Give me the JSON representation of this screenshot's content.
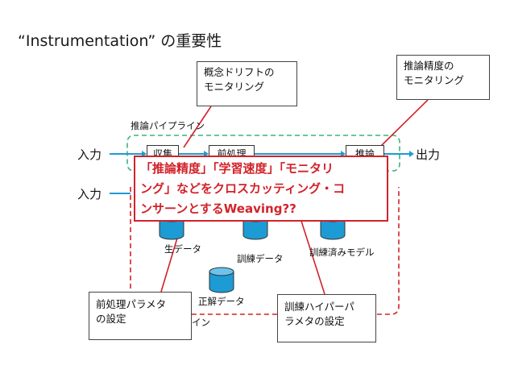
{
  "title": "“Instrumentation” の重要性",
  "boxes": {
    "concept_drift": [
      "概念ドリフトの",
      "モニタリング"
    ],
    "accuracy_monitor": [
      "推論精度の",
      "モニタリング"
    ],
    "preprocess_params": [
      "前処理パラメタ",
      "の設定"
    ],
    "hyperparams": [
      "訓練ハイパーパ",
      "ラメタの設定"
    ]
  },
  "pipeline_labels": {
    "inference_pipeline": "推論パイプライン",
    "training_pipeline_tail": "イン"
  },
  "nodes": {
    "collect": "収集",
    "preprocess": "前処理",
    "inference": "推論"
  },
  "io": {
    "input1": "入力",
    "input2": "入力",
    "output": "出力"
  },
  "data_stores": {
    "raw": "生データ",
    "training": "訓練データ",
    "trained_model": "訓練済みモデル",
    "labels": "正解データ"
  },
  "callout": [
    "「推論精度」「学習速度」「モニタリ",
    "ング」などをクロスカッティング・コ",
    "ンサーンとするWeaving??"
  ],
  "colors": {
    "green": "#3db37a",
    "red": "#d2222a",
    "arrow": "#1d9bd5"
  }
}
